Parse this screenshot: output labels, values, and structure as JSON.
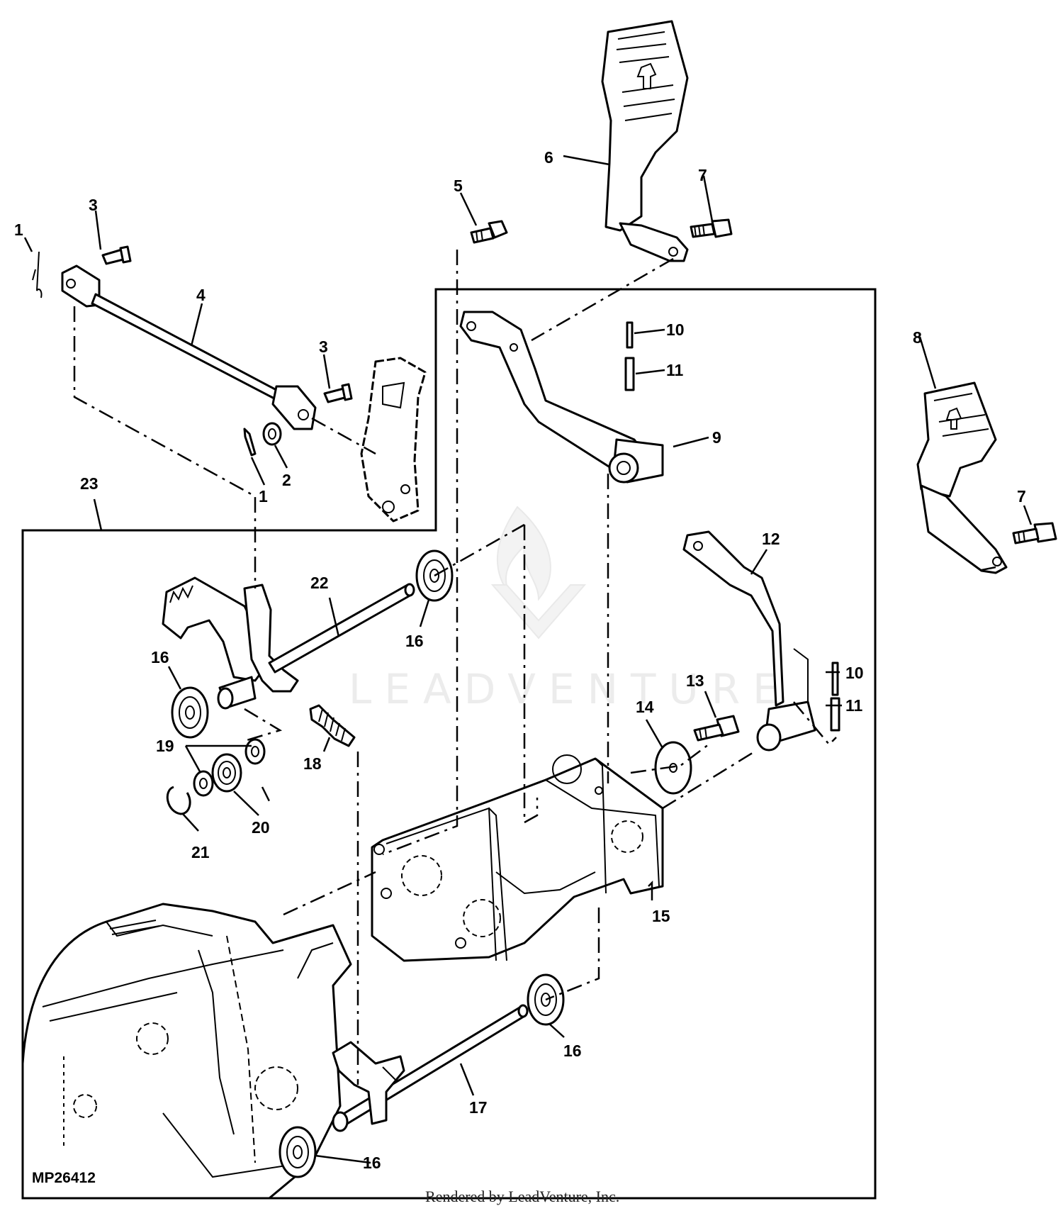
{
  "diagram": {
    "plate_label": "MP26412",
    "footer_text": "Rendered by LeadVenture, Inc.",
    "watermark_text": "LEADVENTURE"
  },
  "callouts": [
    {
      "id": "c1a",
      "text": "1"
    },
    {
      "id": "c1b",
      "text": "1"
    },
    {
      "id": "c2",
      "text": "2"
    },
    {
      "id": "c3a",
      "text": "3"
    },
    {
      "id": "c3b",
      "text": "3"
    },
    {
      "id": "c4",
      "text": "4"
    },
    {
      "id": "c5",
      "text": "5"
    },
    {
      "id": "c6",
      "text": "6"
    },
    {
      "id": "c7a",
      "text": "7"
    },
    {
      "id": "c7b",
      "text": "7"
    },
    {
      "id": "c8",
      "text": "8"
    },
    {
      "id": "c9",
      "text": "9"
    },
    {
      "id": "c10a",
      "text": "10"
    },
    {
      "id": "c10b",
      "text": "10"
    },
    {
      "id": "c11a",
      "text": "11"
    },
    {
      "id": "c11b",
      "text": "11"
    },
    {
      "id": "c12",
      "text": "12"
    },
    {
      "id": "c13",
      "text": "13"
    },
    {
      "id": "c14",
      "text": "14"
    },
    {
      "id": "c15",
      "text": "15"
    },
    {
      "id": "c16a",
      "text": "16"
    },
    {
      "id": "c16b",
      "text": "16"
    },
    {
      "id": "c16c",
      "text": "16"
    },
    {
      "id": "c16d",
      "text": "16"
    },
    {
      "id": "c17",
      "text": "17"
    },
    {
      "id": "c18",
      "text": "18"
    },
    {
      "id": "c19",
      "text": "19"
    },
    {
      "id": "c20",
      "text": "20"
    },
    {
      "id": "c21",
      "text": "21"
    },
    {
      "id": "c22",
      "text": "22"
    },
    {
      "id": "c23",
      "text": "23"
    }
  ]
}
